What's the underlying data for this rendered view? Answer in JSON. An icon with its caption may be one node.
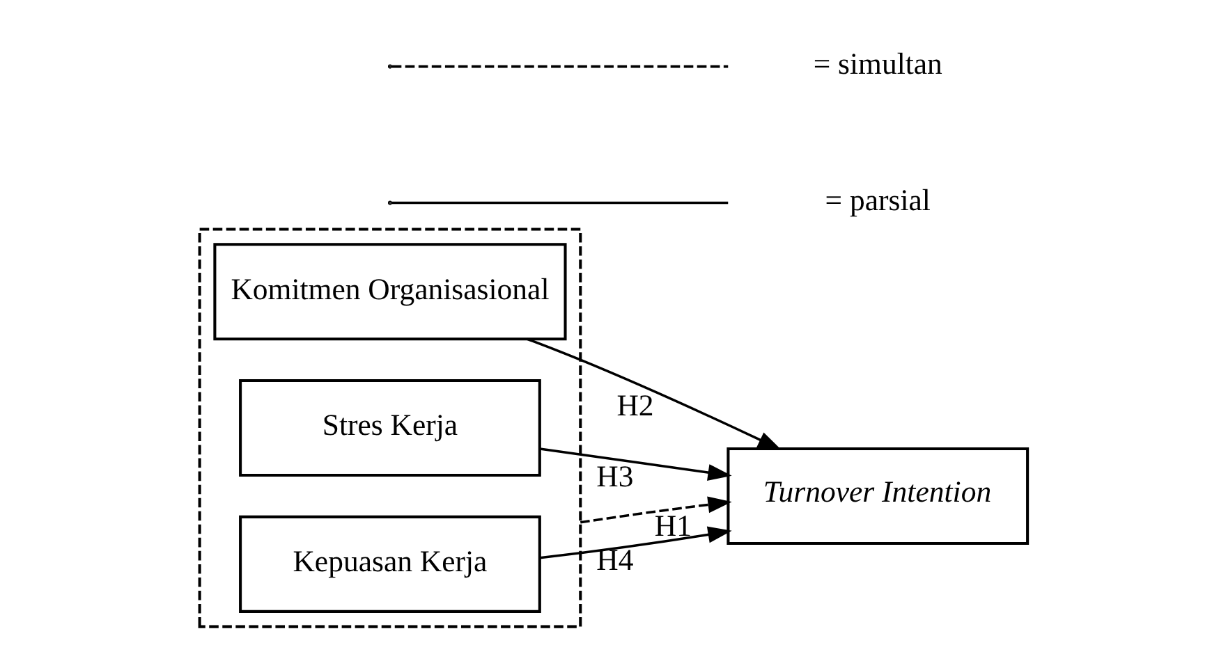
{
  "diagram": {
    "nodes": [
      {
        "text": [],
        "shape": "box"
      },
      {
        "text": [
          "Komitmen Organisasional"
        ],
        "in": 0
      },
      {
        "text": [
          "Stres Kerja"
        ],
        "in": 0
      },
      {
        "text": [
          "Kepuasan Kerja"
        ],
        "in": 0
      },
      {
        "text": [
          "Turnover Intention"
        ]
      }
    ],
    "edges": [
      {
        "from": 1,
        "to": 4,
        "arrow": "to",
        "label": "H2"
      },
      {
        "from": 2,
        "to": 4,
        "arrow": "to",
        "label": "H3"
      },
      {
        "from": 3,
        "to": 4,
        "arrow": "to",
        "label": "H4"
      },
      {
        "from": 0,
        "to": 4,
        "arrow": "to",
        "label": "H1",
        "style": "dashed"
      }
    ],
    "legend": [
      {
        "text": "= simultan"
      },
      {
        "text": "= parsial"
      }
    ]
  }
}
